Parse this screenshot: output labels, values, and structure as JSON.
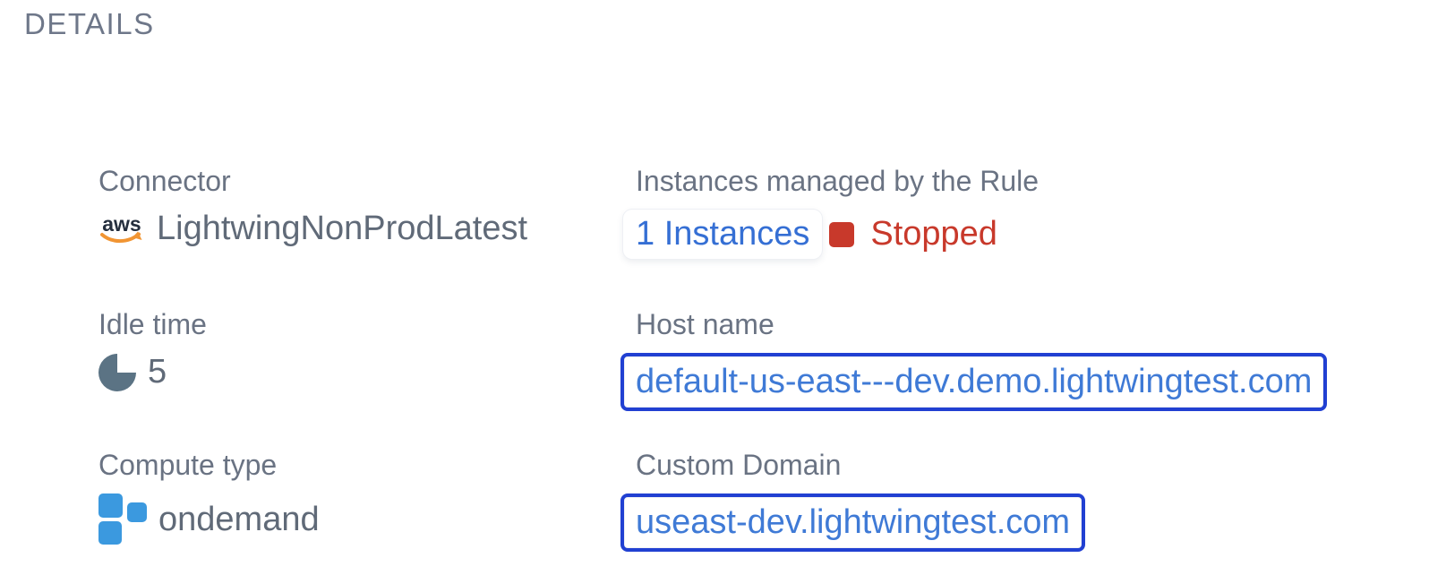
{
  "header": {
    "title": "DETAILS"
  },
  "fields": {
    "connector": {
      "label": "Connector",
      "icon": "aws-icon",
      "icon_text": "aws",
      "value": "LightwingNonProdLatest"
    },
    "idle_time": {
      "label": "Idle time",
      "icon": "idle-time-pie-icon",
      "value": "5"
    },
    "compute_type": {
      "label": "Compute type",
      "icon": "compute-type-squares-icon",
      "value": "ondemand"
    },
    "instances": {
      "label": "Instances managed by the Rule",
      "link_text": "1 Instances",
      "status_icon": "stopped-status-square-icon",
      "status": "Stopped"
    },
    "host_name": {
      "label": "Host name",
      "value": "default-us-east---dev.demo.lightwingtest.com"
    },
    "custom_domain": {
      "label": "Custom Domain",
      "value": "useast-dev.lightwingtest.com"
    }
  },
  "colors": {
    "label_gray": "#6a7383",
    "value_gray": "#606a78",
    "link_blue": "#356fd4",
    "highlight_border_blue": "#2140d2",
    "status_red": "#c8392b",
    "aws_dark": "#252f3e",
    "aws_orange": "#f19533",
    "compute_blue": "#3b99df",
    "idle_icon_slate": "#5b7384"
  }
}
